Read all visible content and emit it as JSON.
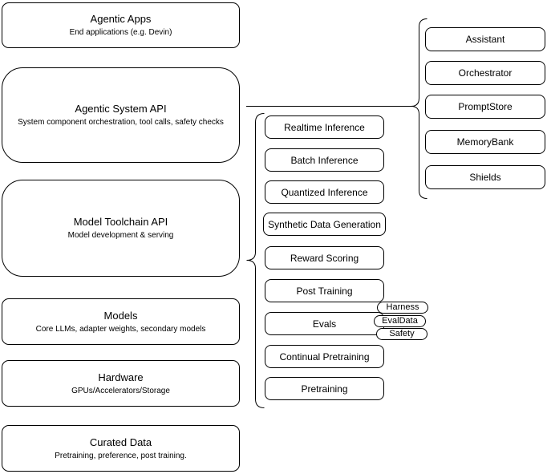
{
  "diagram": {
    "left_stack": [
      {
        "title": "Agentic Apps",
        "subtitle": "End applications (e.g. Devin)"
      },
      {
        "title": "Agentic System API",
        "subtitle": "System component orchestration, tool calls, safety checks"
      },
      {
        "title": "Model Toolchain API",
        "subtitle": "Model development & serving"
      },
      {
        "title": "Models",
        "subtitle": "Core LLMs, adapter weights, secondary models"
      },
      {
        "title": "Hardware",
        "subtitle": "GPUs/Accelerators/Storage"
      },
      {
        "title": "Curated Data",
        "subtitle": "Pretraining, preference, post training."
      }
    ],
    "toolchain_services": [
      "Realtime Inference",
      "Batch Inference",
      "Quantized Inference",
      "Synthetic Data Generation",
      "Reward Scoring",
      "Post Training",
      "Evals",
      "Continual Pretraining",
      "Pretraining"
    ],
    "eval_tags": [
      "Harness",
      "EvalData",
      "Safety"
    ],
    "system_components": [
      "Assistant",
      "Orchestrator",
      "PromptStore",
      "MemoryBank",
      "Shields"
    ],
    "colors": {
      "border": "#000000",
      "background": "#ffffff",
      "text": "#000000"
    }
  }
}
